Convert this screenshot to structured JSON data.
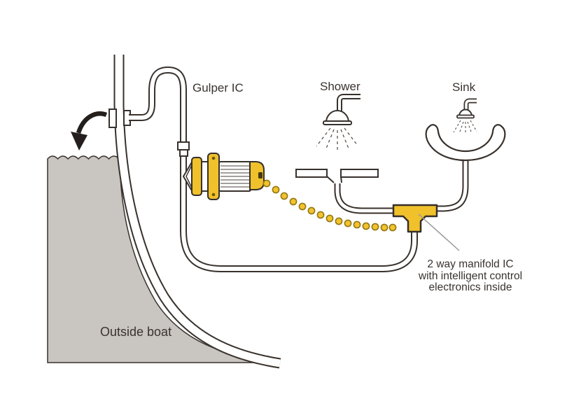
{
  "labels": {
    "gulper": "Gulper IC",
    "shower": "Shower",
    "sink": "Sink",
    "outside_boat": "Outside boat",
    "manifold_line1": "2 way manifold IC",
    "manifold_line2": "with intelligent control",
    "manifold_line3": "electronics inside"
  },
  "icons": {
    "pump": "gulper-pump-icon",
    "manifold": "manifold-tee-icon",
    "shower_head": "shower-head-icon",
    "sink_bowl": "sink-bowl-icon",
    "sink_faucet": "sink-faucet-icon",
    "discharge_arrow": "discharge-arrow-icon",
    "wireless_signal": "signal-dots-icon"
  },
  "colors": {
    "accent_yellow": "#F0C12B",
    "yellow_outline": "#8D7417",
    "water_gray": "#C9C5C1",
    "line_dark": "#38312C",
    "text_dark": "#3A332F",
    "pointer_gray": "#9A9A9A"
  }
}
